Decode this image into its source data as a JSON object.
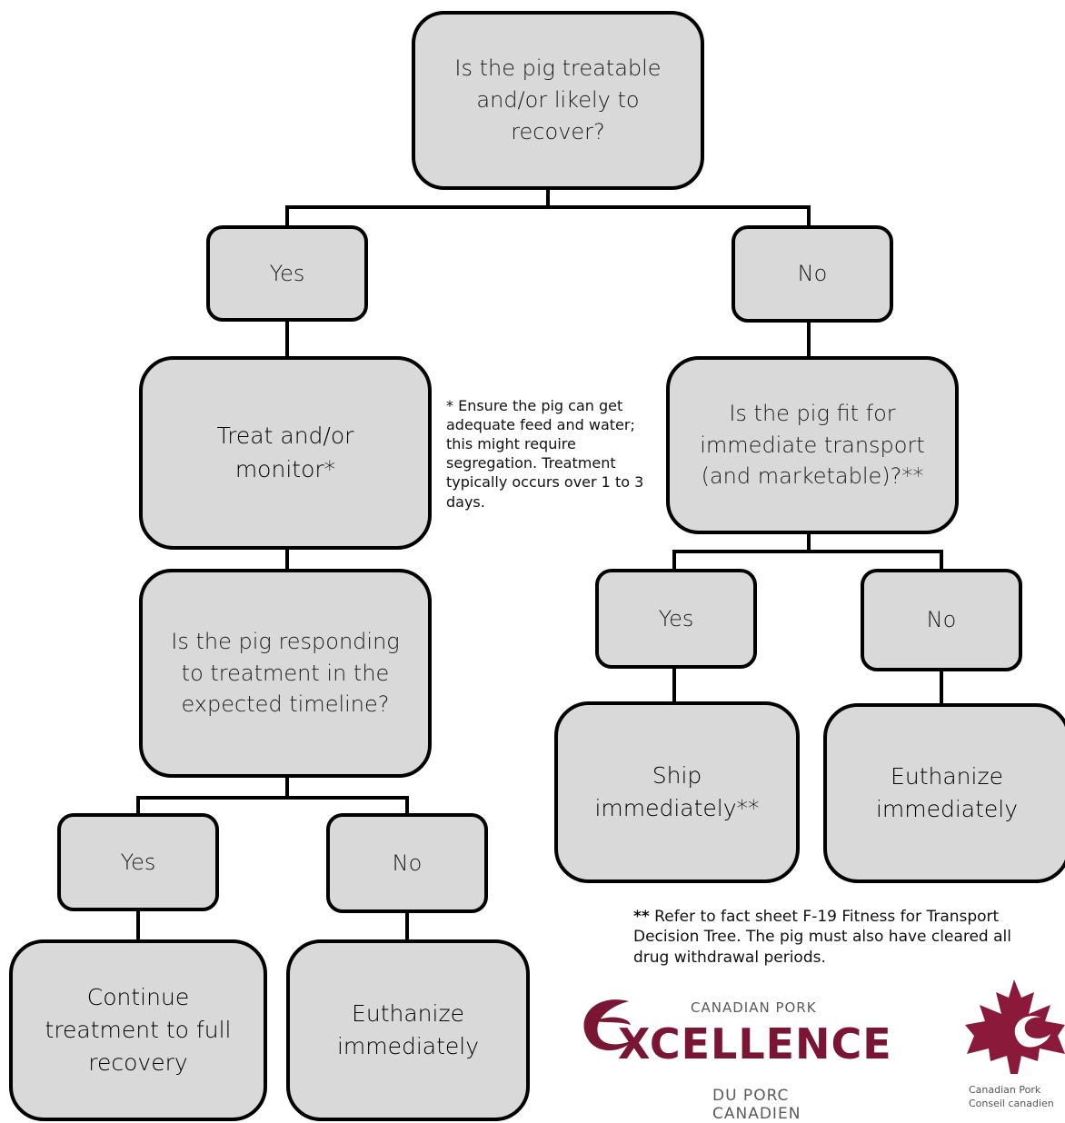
{
  "root_question": "Is the pig treatable\nand/or likely to\nrecover?",
  "left": {
    "answer": "Yes",
    "action": "Treat and/or\nmonitor*",
    "note": "* Ensure the pig can get adequate feed and water; this might require segregation. Treatment typically occurs over 1 to 3 days.",
    "question": "Is the pig responding\nto treatment in the\nexpected timeline?",
    "yes_label": "Yes",
    "no_label": "No",
    "yes_action": "Continue\ntreatment to full\nrecovery",
    "no_action": "Euthanize\nimmediately"
  },
  "right": {
    "answer": "No",
    "question": "Is the pig fit for\nimmediate transport\n(and marketable)?**",
    "yes_label": "Yes",
    "no_label": "No",
    "yes_action": "Ship\nimmediately**",
    "no_action": "Euthanize\nimmediately",
    "note_marker": "**",
    "note": " Refer to fact sheet F-19 Fitness for Transport Decision Tree. The pig must also have cleared all drug withdrawal periods."
  },
  "logos": {
    "excellence_line1": "CANADIAN PORK",
    "excellence_main": "XCELLENCE",
    "excellence_line2": "DU PORC CANADIEN",
    "council_line1": "Canadian Pork",
    "council_line2": "Conseil canadien",
    "excellence_color": "#7a1533",
    "council_color": "#8b1a3a"
  }
}
